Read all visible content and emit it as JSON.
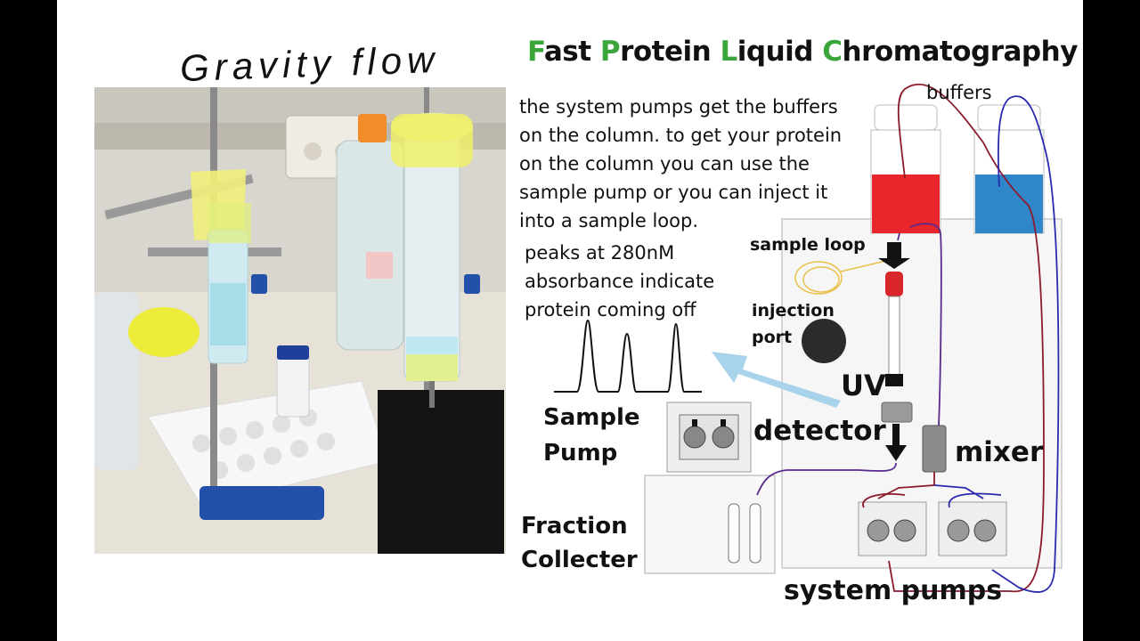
{
  "handwritten_heading": "Gravity flow",
  "title": {
    "parts": [
      {
        "text": "F",
        "accent": true
      },
      {
        "text": "ast ",
        "accent": false
      },
      {
        "text": "P",
        "accent": true
      },
      {
        "text": "rotein ",
        "accent": false
      },
      {
        "text": "L",
        "accent": true
      },
      {
        "text": "iquid ",
        "accent": false
      },
      {
        "text": "C",
        "accent": true
      },
      {
        "text": "hromatography",
        "accent": false
      }
    ]
  },
  "description": {
    "lines": [
      "the system pumps get the buffers",
      "on the column. to get your protein",
      "on the column you can use the",
      "sample pump or you can inject it",
      "into a sample loop."
    ]
  },
  "peaks_note": {
    "lines": [
      "peaks at 280nM",
      "absorbance indicate",
      "protein coming off"
    ]
  },
  "labels": {
    "buffers": "buffers",
    "sample_loop": "sample loop",
    "injection_port_1": "injection",
    "injection_port_2": "port",
    "uv": "UV",
    "detector": "detector",
    "mixer": "mixer",
    "sample_pump_1": "Sample",
    "sample_pump_2": "Pump",
    "fraction_1": "Fraction",
    "fraction_2": "Collecter",
    "system_pumps": "system pumps"
  },
  "colors": {
    "accent_green": "#3aa53a",
    "buffer_red": "#e8262b",
    "buffer_blue": "#2f86c9",
    "line_maroon": "#8b1a2b",
    "line_blue": "#2a2ab0",
    "line_purple": "#5b2a8e",
    "arrow_light_blue": "#a9d3ea"
  }
}
